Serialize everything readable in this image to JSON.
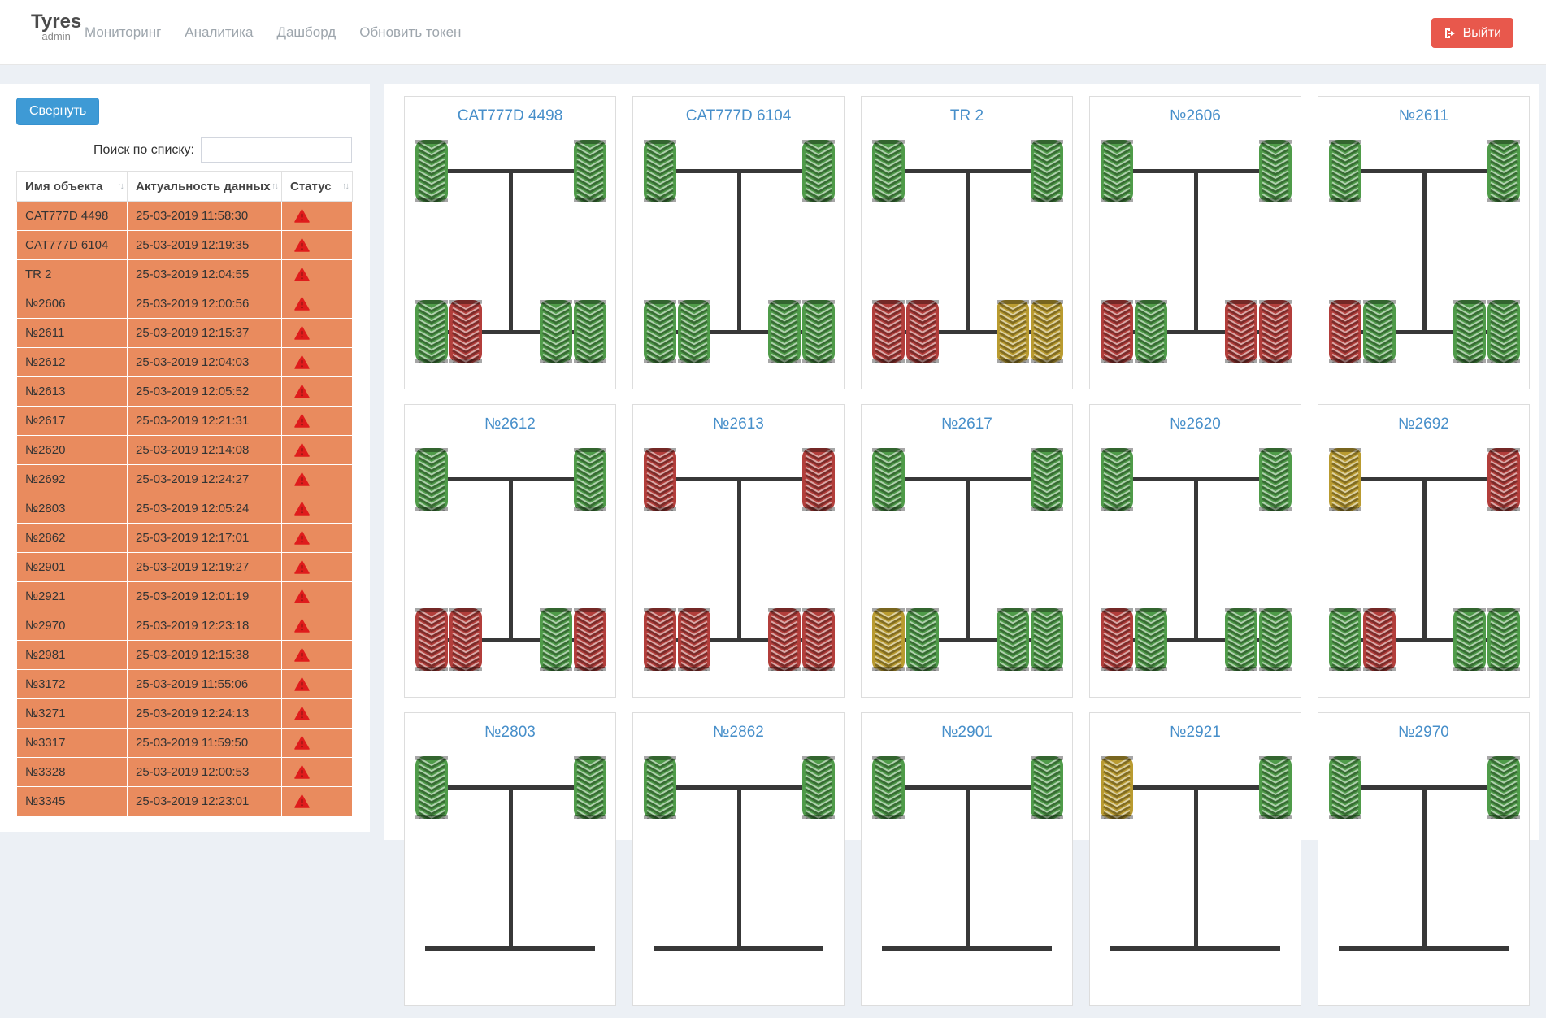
{
  "navbar": {
    "brand": "Tyres",
    "brand_sub": "admin",
    "links": [
      "Мониторинг",
      "Аналитика",
      "Дашборд",
      "Обновить токен"
    ],
    "logout_label": "Выйти"
  },
  "sidebar": {
    "collapse_label": "Свернуть",
    "search_label": "Поиск по списку:",
    "search_value": "",
    "table": {
      "headers": [
        "Имя объекта",
        "Актуальность данных",
        "Статус"
      ],
      "rows": [
        {
          "name": "CAT777D 4498",
          "updated": "25-03-2019 11:58:30",
          "status": "warning"
        },
        {
          "name": "CAT777D 6104",
          "updated": "25-03-2019 12:19:35",
          "status": "warning"
        },
        {
          "name": "TR 2",
          "updated": "25-03-2019 12:04:55",
          "status": "warning"
        },
        {
          "name": "№2606",
          "updated": "25-03-2019 12:00:56",
          "status": "warning"
        },
        {
          "name": "№2611",
          "updated": "25-03-2019 12:15:37",
          "status": "warning"
        },
        {
          "name": "№2612",
          "updated": "25-03-2019 12:04:03",
          "status": "warning"
        },
        {
          "name": "№2613",
          "updated": "25-03-2019 12:05:52",
          "status": "warning"
        },
        {
          "name": "№2617",
          "updated": "25-03-2019 12:21:31",
          "status": "warning"
        },
        {
          "name": "№2620",
          "updated": "25-03-2019 12:14:08",
          "status": "warning"
        },
        {
          "name": "№2692",
          "updated": "25-03-2019 12:24:27",
          "status": "warning"
        },
        {
          "name": "№2803",
          "updated": "25-03-2019 12:05:24",
          "status": "warning"
        },
        {
          "name": "№2862",
          "updated": "25-03-2019 12:17:01",
          "status": "warning"
        },
        {
          "name": "№2901",
          "updated": "25-03-2019 12:19:27",
          "status": "warning"
        },
        {
          "name": "№2921",
          "updated": "25-03-2019 12:01:19",
          "status": "warning"
        },
        {
          "name": "№2970",
          "updated": "25-03-2019 12:23:18",
          "status": "warning"
        },
        {
          "name": "№2981",
          "updated": "25-03-2019 12:15:38",
          "status": "warning"
        },
        {
          "name": "№3172",
          "updated": "25-03-2019 11:55:06",
          "status": "warning"
        },
        {
          "name": "№3271",
          "updated": "25-03-2019 12:24:13",
          "status": "warning"
        },
        {
          "name": "№3317",
          "updated": "25-03-2019 11:59:50",
          "status": "warning"
        },
        {
          "name": "№3328",
          "updated": "25-03-2019 12:00:53",
          "status": "warning"
        },
        {
          "name": "№3345",
          "updated": "25-03-2019 12:23:01",
          "status": "warning"
        }
      ]
    }
  },
  "cards": [
    {
      "title": "CAT777D 4498",
      "front": [
        "green",
        "green"
      ],
      "rear_left": [
        "green",
        "red"
      ],
      "rear_right": [
        "green",
        "green"
      ]
    },
    {
      "title": "CAT777D 6104",
      "front": [
        "green",
        "green"
      ],
      "rear_left": [
        "green",
        "green"
      ],
      "rear_right": [
        "green",
        "green"
      ]
    },
    {
      "title": "TR 2",
      "front": [
        "green",
        "green"
      ],
      "rear_left": [
        "red",
        "red"
      ],
      "rear_right": [
        "yellow",
        "yellow"
      ]
    },
    {
      "title": "№2606",
      "front": [
        "green",
        "green"
      ],
      "rear_left": [
        "red",
        "green"
      ],
      "rear_right": [
        "red",
        "red"
      ]
    },
    {
      "title": "№2611",
      "front": [
        "green",
        "green"
      ],
      "rear_left": [
        "red",
        "green"
      ],
      "rear_right": [
        "green",
        "green"
      ]
    },
    {
      "title": "№2612",
      "front": [
        "green",
        "green"
      ],
      "rear_left": [
        "red",
        "red"
      ],
      "rear_right": [
        "green",
        "red"
      ]
    },
    {
      "title": "№2613",
      "front": [
        "red",
        "red"
      ],
      "rear_left": [
        "red",
        "red"
      ],
      "rear_right": [
        "red",
        "red"
      ]
    },
    {
      "title": "№2617",
      "front": [
        "green",
        "green"
      ],
      "rear_left": [
        "yellow",
        "green"
      ],
      "rear_right": [
        "green",
        "green"
      ]
    },
    {
      "title": "№2620",
      "front": [
        "green",
        "green"
      ],
      "rear_left": [
        "red",
        "green"
      ],
      "rear_right": [
        "green",
        "green"
      ]
    },
    {
      "title": "№2692",
      "front": [
        "yellow",
        "red"
      ],
      "rear_left": [
        "green",
        "red"
      ],
      "rear_right": [
        "green",
        "green"
      ]
    },
    {
      "title": "№2803",
      "front": [
        "green",
        "green"
      ]
    },
    {
      "title": "№2862",
      "front": [
        "green",
        "green"
      ]
    },
    {
      "title": "№2901",
      "front": [
        "green",
        "green"
      ]
    },
    {
      "title": "№2921",
      "front": [
        "yellow",
        "green"
      ]
    },
    {
      "title": "№2970",
      "front": [
        "green",
        "green"
      ]
    }
  ],
  "colors": {
    "accent_blue": "#3e9ad5",
    "logout_red": "#e8584c",
    "row_orange": "#e98b5e",
    "card_title_blue": "#478fca",
    "tire_green": "#4f9b49",
    "tire_red": "#b23e3b",
    "tire_yellow": "#b99b30",
    "warning_red": "#df1c1c"
  },
  "icons": {
    "logout": "sign-out-icon",
    "status": "warning-triangle-icon",
    "sort": "sort-arrows-icon"
  }
}
